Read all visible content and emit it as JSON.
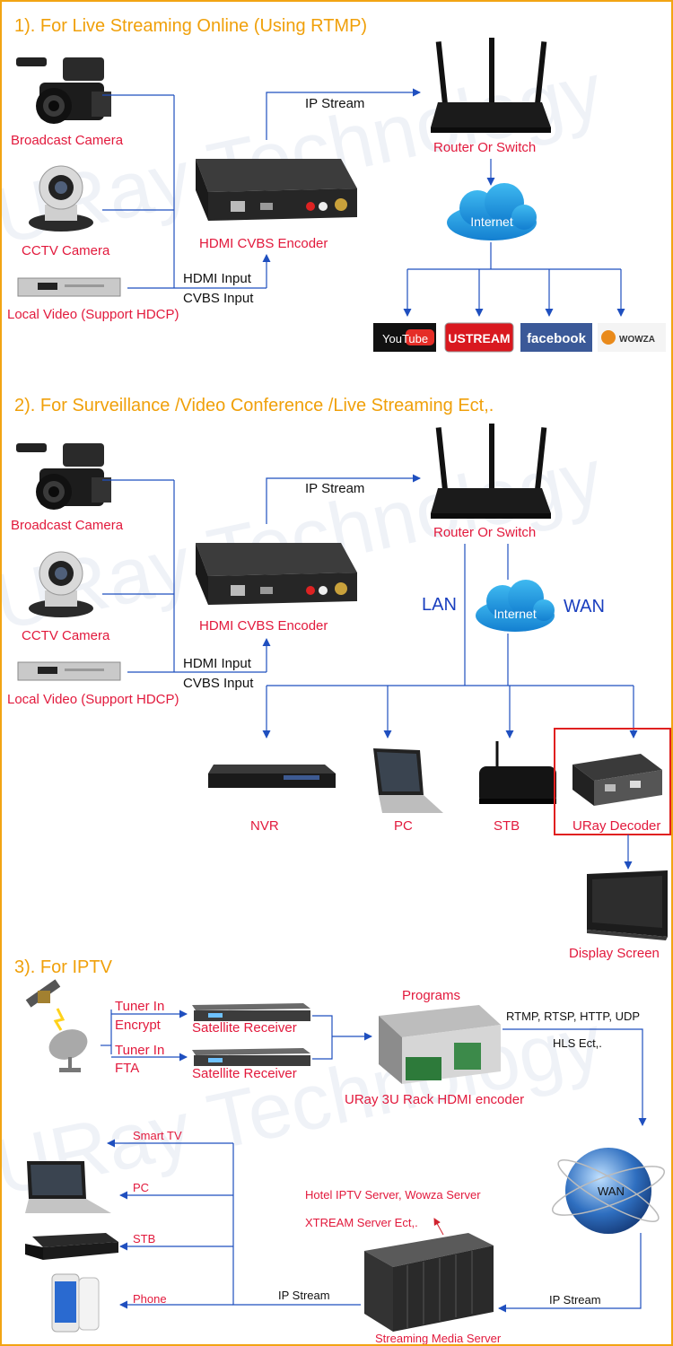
{
  "watermark": "URay Technology",
  "section1": {
    "title": "1). For Live Streaming Online (Using RTMP)",
    "broadcast_camera": "Broadcast Camera",
    "cctv_camera": "CCTV Camera",
    "local_video": "Local Video (Support HDCP)",
    "encoder": "HDMI CVBS Encoder",
    "hdmi_input": "HDMI Input",
    "cvbs_input": "CVBS Input",
    "ip_stream": "IP Stream",
    "router": "Router Or Switch",
    "internet": "Internet",
    "platforms": [
      "YouTube",
      "USTREAM",
      "facebook",
      "WOWZA"
    ]
  },
  "section2": {
    "title": "2). For Surveillance /Video Conference /Live Streaming Ect,.",
    "broadcast_camera": "Broadcast Camera",
    "cctv_camera": "CCTV Camera",
    "local_video": "Local Video (Support HDCP)",
    "encoder": "HDMI CVBS Encoder",
    "hdmi_input": "HDMI Input",
    "cvbs_input": "CVBS Input",
    "ip_stream": "IP Stream",
    "router": "Router Or Switch",
    "lan": "LAN",
    "wan": "WAN",
    "internet": "Internet",
    "nvr": "NVR",
    "pc": "PC",
    "stb": "STB",
    "decoder": "URay Decoder",
    "display": "Display Screen"
  },
  "section3": {
    "title": "3). For IPTV",
    "tuner_in_1": "Tuner In",
    "encrypt": "Encrypt",
    "tuner_in_2": "Tuner In",
    "fta": "FTA",
    "sat_receiver_1": "Satellite Receiver",
    "sat_receiver_2": "Satellite Receiver",
    "programs": "Programs",
    "rack_encoder": "URay 3U Rack HDMI encoder",
    "protocols": "RTMP, RTSP, HTTP, UDP",
    "hls": "HLS Ect,.",
    "wan": "WAN",
    "ip_stream_right": "IP Stream",
    "ip_stream_left": "IP Stream",
    "server_types": "Hotel IPTV Server, Wowza Server",
    "xtream": "XTREAM Server Ect,.",
    "streaming_server": "Streaming Media Server",
    "smart_tv": "Smart TV",
    "pc": "PC",
    "stb": "STB",
    "phone": "Phone"
  },
  "colors": {
    "title": "#f0a00a",
    "device_label": "#e2193c",
    "line": "#1f4fbf",
    "border": "#f2a413",
    "decoder_box": "#e02020"
  }
}
